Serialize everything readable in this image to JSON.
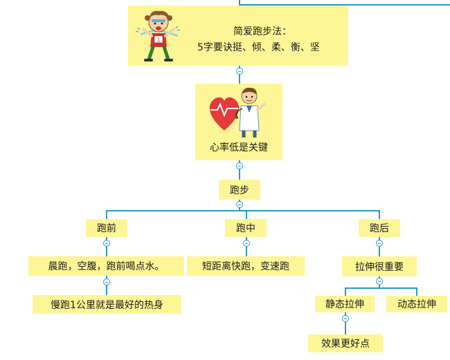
{
  "colors": {
    "node_fill": "#fef696",
    "connector": "#2a97c6"
  },
  "nodes": {
    "root_line1": "简爱跑步法：",
    "root_line2": "5字要诀挺、倾、柔、衡、坚",
    "heart_rate": "心率低是关键",
    "run": "跑步",
    "before": "跑前",
    "during": "跑中",
    "after": "跑后",
    "before_detail": "晨跑，空腹，跑前喝点水。",
    "before_warmup": "慢跑1公里就是最好的热身",
    "during_detail": "短距离快跑，变速跑",
    "after_detail": "拉伸很重要",
    "static_stretch": "静态拉伸",
    "dynamic_stretch": "动态拉伸",
    "better_effect": "效果更好点"
  },
  "icons": {
    "runner": "runner-illustration-icon",
    "doctor": "doctor-heart-illustration-icon"
  }
}
